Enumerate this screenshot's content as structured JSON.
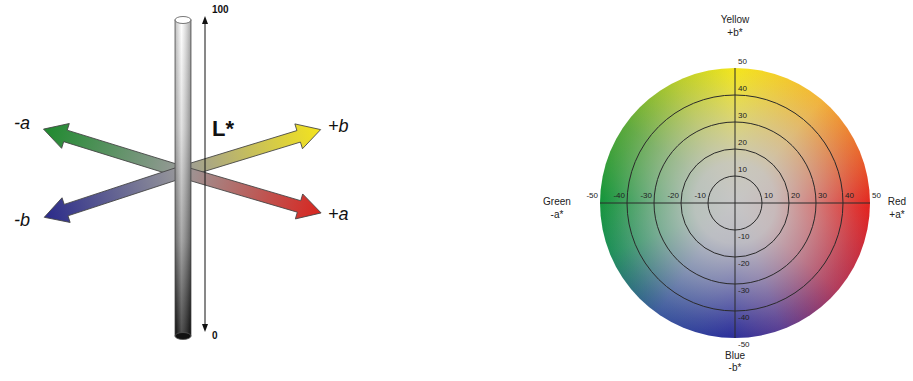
{
  "diagram": {
    "labels": [
      "100",
      "L*",
      "0",
      "-a",
      "+b",
      "-b",
      "+a",
      "Yellow",
      "+b*",
      "Green",
      "-a*",
      "Red",
      "+a*",
      "Blue",
      "-b*",
      "50",
      "40",
      "30",
      "20",
      "10",
      "-10",
      "-20",
      "-30",
      "-40",
      "-50",
      "-50",
      "-40",
      "-30",
      "-20",
      "-10",
      "10",
      "20",
      "30",
      "40",
      "50"
    ]
  }
}
